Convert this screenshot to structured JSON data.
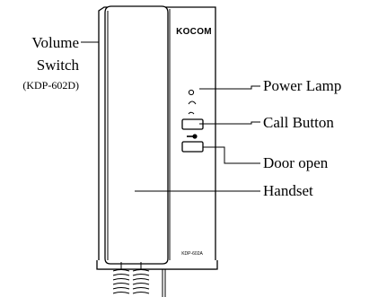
{
  "device": {
    "brand": "KOCOM",
    "model": "KDP-602A"
  },
  "callouts": {
    "volume_switch_line1": "Volume",
    "volume_switch_line2": "Switch",
    "volume_switch_model": "(KDP-602D)",
    "power_lamp": "Power Lamp",
    "call_button": "Call Button",
    "door_open": "Door open",
    "handset": "Handset"
  }
}
